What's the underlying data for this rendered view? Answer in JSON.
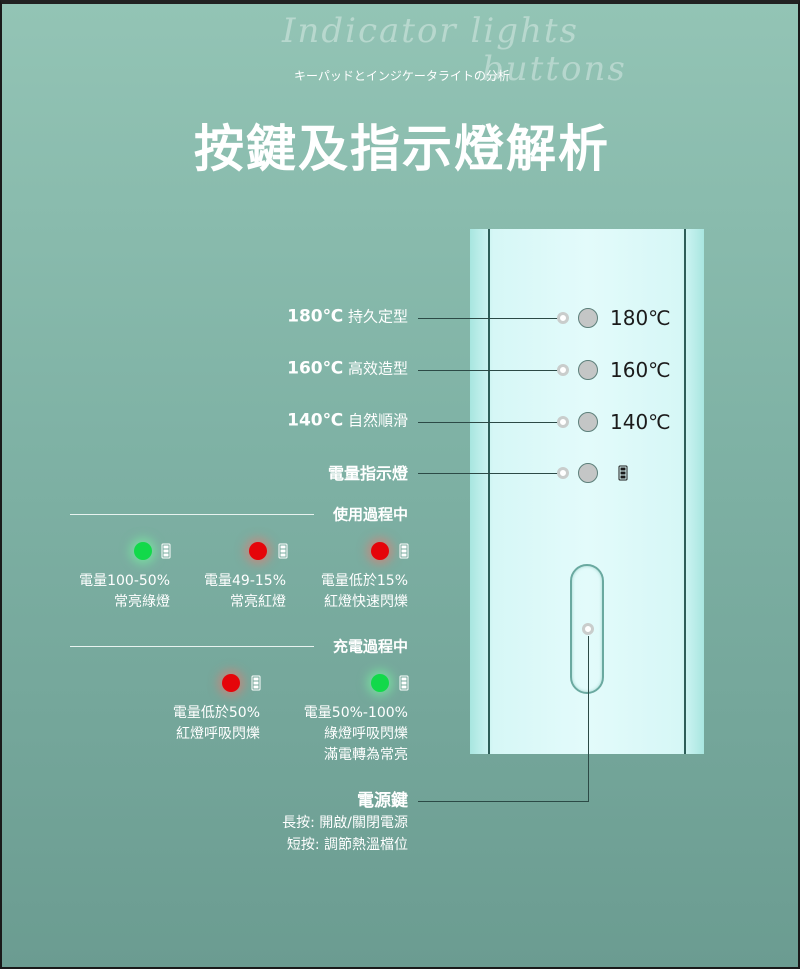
{
  "header": {
    "script_line1": "Indicator lights",
    "script_line2": "buttons",
    "subtitle": "キーパッドとインジケータライトの分析",
    "title": "按鍵及指示燈解析"
  },
  "modes": [
    {
      "temp": "180℃",
      "desc": "持久定型",
      "panel": "180℃"
    },
    {
      "temp": "160℃",
      "desc": "高效造型",
      "panel": "160℃"
    },
    {
      "temp": "140℃",
      "desc": "自然順滑",
      "panel": "140℃"
    }
  ],
  "battery_label": "電量指示燈",
  "in_use": {
    "heading": "使用過程中",
    "items": [
      {
        "color": "green",
        "line1": "電量100-50%",
        "line2": "常亮綠燈"
      },
      {
        "color": "red",
        "line1": "電量49-15%",
        "line2": "常亮紅燈"
      },
      {
        "color": "red",
        "line1": "電量低於15%",
        "line2": "紅燈快速閃爍"
      }
    ]
  },
  "charging": {
    "heading": "充電過程中",
    "items": [
      {
        "color": "red",
        "line1": "電量低於50%",
        "line2": "紅燈呼吸閃爍"
      },
      {
        "color": "green",
        "line1": "電量50%-100%",
        "line2": "綠燈呼吸閃爍",
        "line3": "滿電轉為常亮"
      }
    ]
  },
  "power": {
    "title": "電源鍵",
    "long_press": "長按: 開啟/關閉電源",
    "short_press": "短按: 調節熱溫檔位"
  },
  "colors": {
    "green": "#12d94a",
    "red": "#e5050a"
  }
}
